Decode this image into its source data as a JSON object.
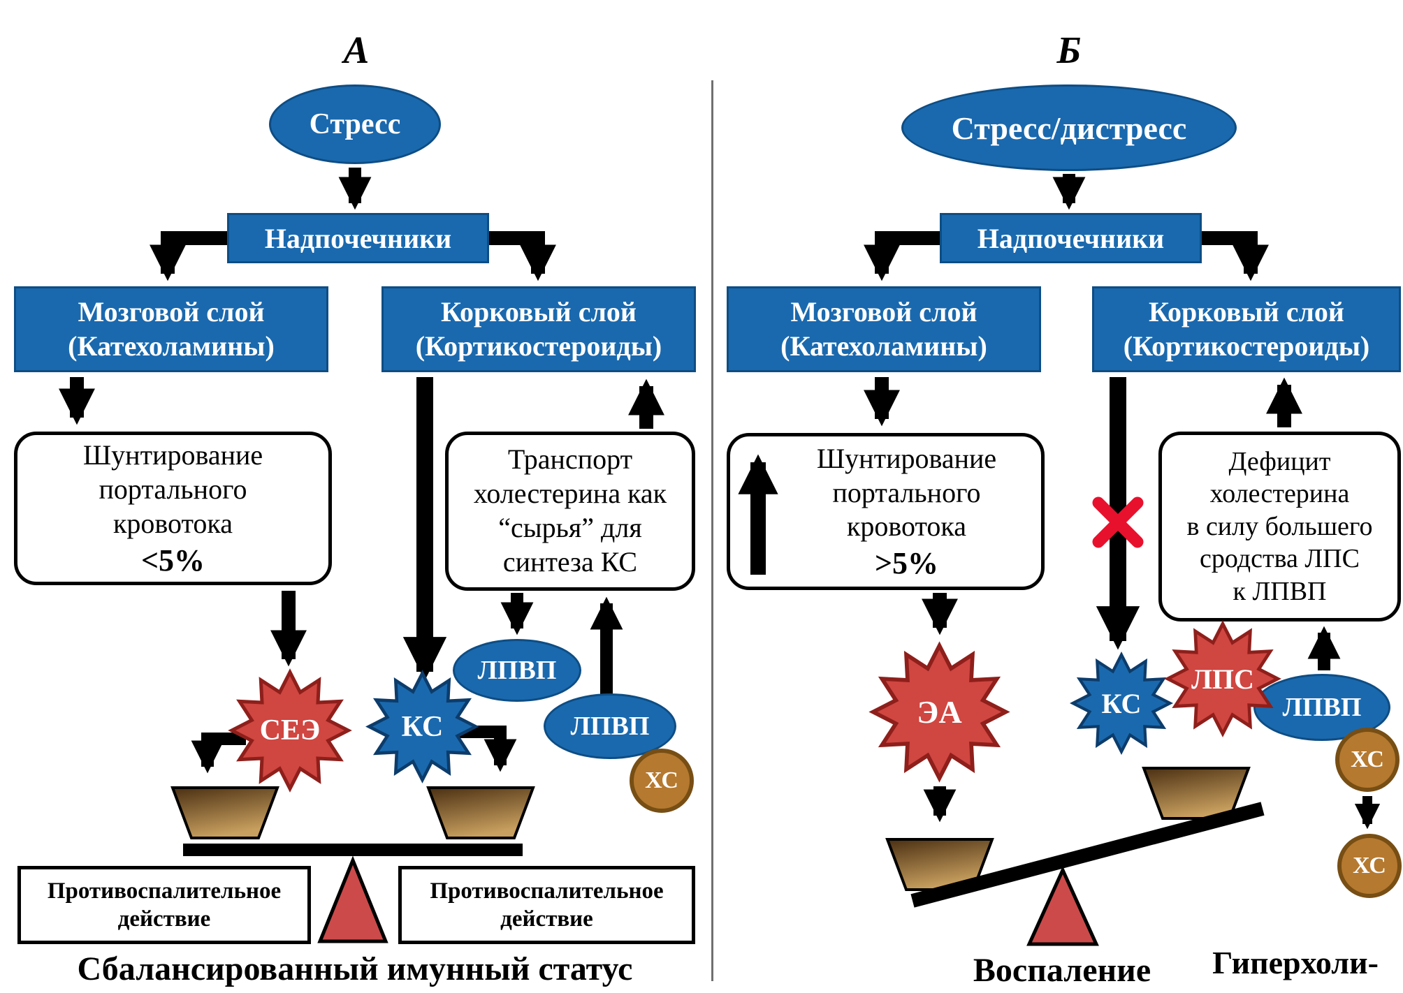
{
  "colors": {
    "blue": "#1a69ae",
    "blue_border": "#0e4d84",
    "red_burst": "#d04641",
    "red_triangle": "#cc4a4a",
    "red_x": "#e8112d",
    "pan_brown_dark": "#4a2f12",
    "pan_brown_light": "#c9a05f",
    "xc_fill": "#b5792f",
    "xc_border": "#774e14"
  },
  "panelA": {
    "label": "А",
    "stress": "Стресс",
    "adrenals": "Надпочечники",
    "medulla": "Мозговой слой\n(Катехоламины)",
    "cortex": "Корковый слой\n(Кортикостероиды)",
    "shunt_text": "Шунтирование\nпортального\nкровотока",
    "shunt_value": "<5%",
    "transport": "Транспорт\nхолестерина как\n“сырья” для\nсинтеза КС",
    "burst_see": "СЕЭ",
    "burst_ks": "КС",
    "hdl_upper": "ЛПВП",
    "hdl_lower": "ЛПВП",
    "xc": "ХС",
    "pan_left": "Противоспалительное\nдействие",
    "pan_right": "Противоспалительное\nдействие",
    "caption": "Сбалансированный имунный статус"
  },
  "panelB": {
    "label": "Б",
    "stress": "Стресс/дистресс",
    "adrenals": "Надпочечники",
    "medulla": "Мозговой слой\n(Катехоламины)",
    "cortex": "Корковый слой\n(Кортикостероиды)",
    "shunt_text": "Шунтирование\nпортального\nкровотока",
    "shunt_value": ">5%",
    "deficit": "Дефицит\nхолестерина\nв силу большего\nсродства ЛПС\nк ЛПВП",
    "burst_ea": "ЭА",
    "burst_ks": "КС",
    "burst_lps": "ЛПС",
    "hdl": "ЛПВП",
    "xc1": "ХС",
    "xc2": "ХС",
    "caption": "Воспаление",
    "caption2": "Гиперхоли-\nстеринемия"
  }
}
